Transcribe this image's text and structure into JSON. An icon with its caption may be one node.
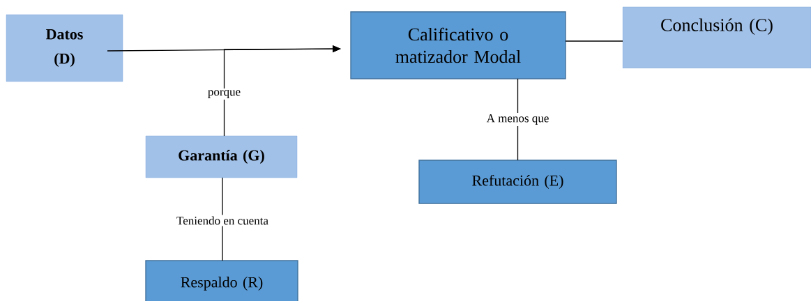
{
  "diagram": {
    "nodes": [
      {
        "text": [
          "Datos (D)"
        ]
      },
      {
        "text": [
          "Calificativo o matizador Modal"
        ]
      },
      {
        "text": [
          "Conclusión (C)"
        ]
      },
      {
        "text": [
          "Garantía (G)"
        ]
      },
      {
        "text": [
          "Refutación (E)"
        ]
      },
      {
        "text": [
          "Respaldo (R)"
        ]
      }
    ],
    "edges": [
      {
        "from": 0,
        "to": 1,
        "arrow": "to"
      },
      {
        "from": 3,
        "to": 1,
        "arrow": "to",
        "label": "porque"
      },
      {
        "from": 1,
        "to": 2,
        "arrow": "none"
      },
      {
        "from": 4,
        "to": 1,
        "arrow": "none",
        "label": "A menos que"
      },
      {
        "from": 5,
        "to": 3,
        "arrow": "none",
        "label": "Teniendo en cuenta"
      }
    ]
  }
}
